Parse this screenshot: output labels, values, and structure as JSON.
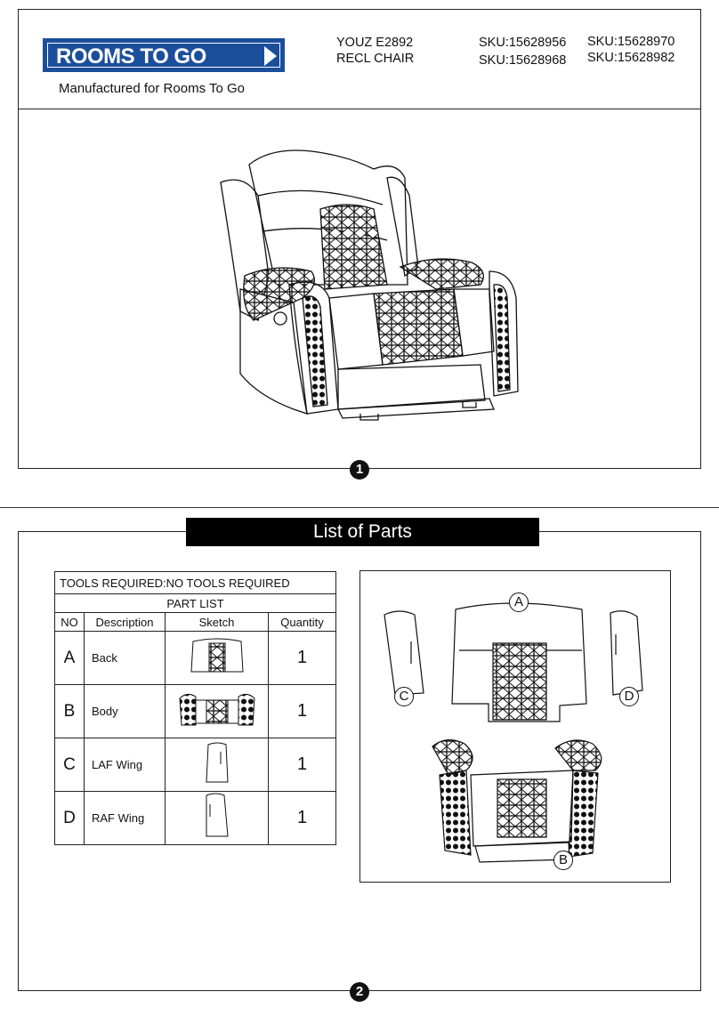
{
  "header": {
    "logo_text": "ROOMS TO GO",
    "manufactured_for": "Manufactured for Rooms To Go",
    "product_code": "YOUZ  E2892",
    "product_name": "RECL CHAIR",
    "sku_1": "SKU:15628956",
    "sku_2": "SKU:15628968",
    "sku_3": "SKU:15628970",
    "sku_4": "SKU:15628982"
  },
  "section1": {
    "badge": "1"
  },
  "section2": {
    "title": "List of Parts",
    "badge": "2",
    "table": {
      "tools": "TOOLS REQUIRED:NO TOOLS REQUIRED",
      "part_list": "PART LIST",
      "columns": [
        "NO",
        "Description",
        "Sketch",
        "Quantity"
      ],
      "rows": [
        {
          "no": "A",
          "description": "Back",
          "quantity": "1"
        },
        {
          "no": "B",
          "description": "Body",
          "quantity": "1"
        },
        {
          "no": "C",
          "description": "LAF Wing",
          "quantity": "1"
        },
        {
          "no": "D",
          "description": "RAF Wing",
          "quantity": "1"
        }
      ]
    },
    "diagram_labels": {
      "a": "A",
      "b": "B",
      "c": "C",
      "d": "D"
    }
  }
}
